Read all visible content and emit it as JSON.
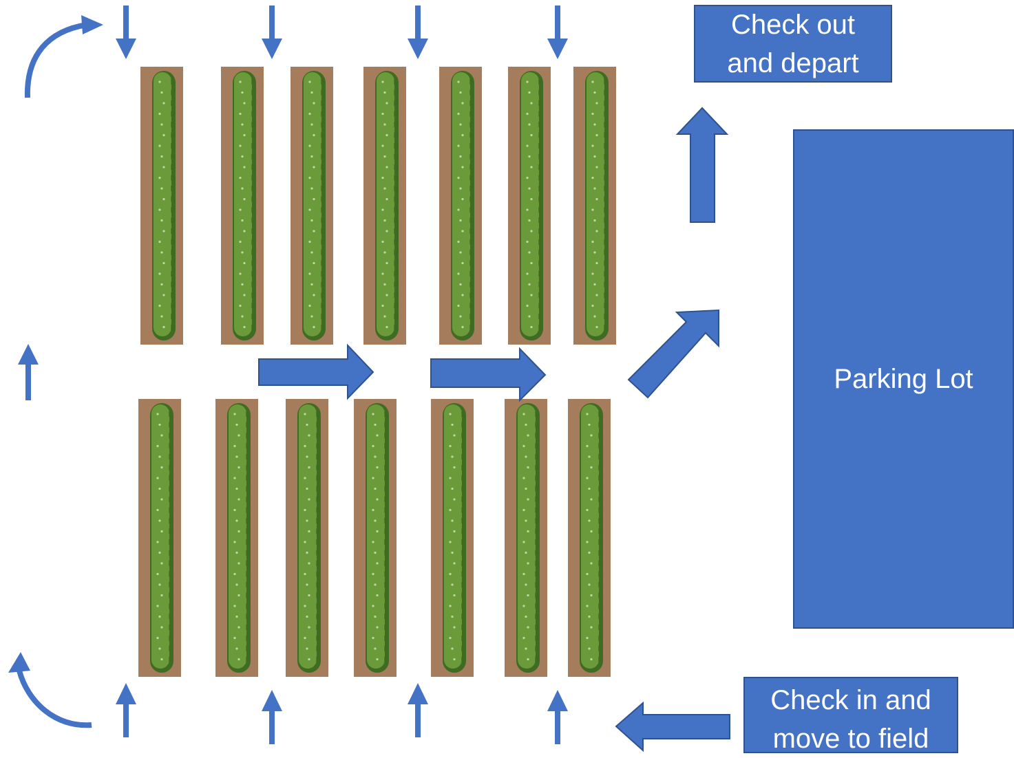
{
  "labels": {
    "checkout": "Check out\nand depart",
    "parking": "Parking Lot",
    "checkin": "Check in and\nmove to field"
  },
  "colors": {
    "arrow": "#4472c4",
    "arrow_outline": "#2f528f",
    "soil": "#a57d5c",
    "plant": "#6b9a3a",
    "plant_dark": "#3f6b22"
  },
  "field": {
    "top_row_count": 7,
    "bottom_row_count": 7
  }
}
